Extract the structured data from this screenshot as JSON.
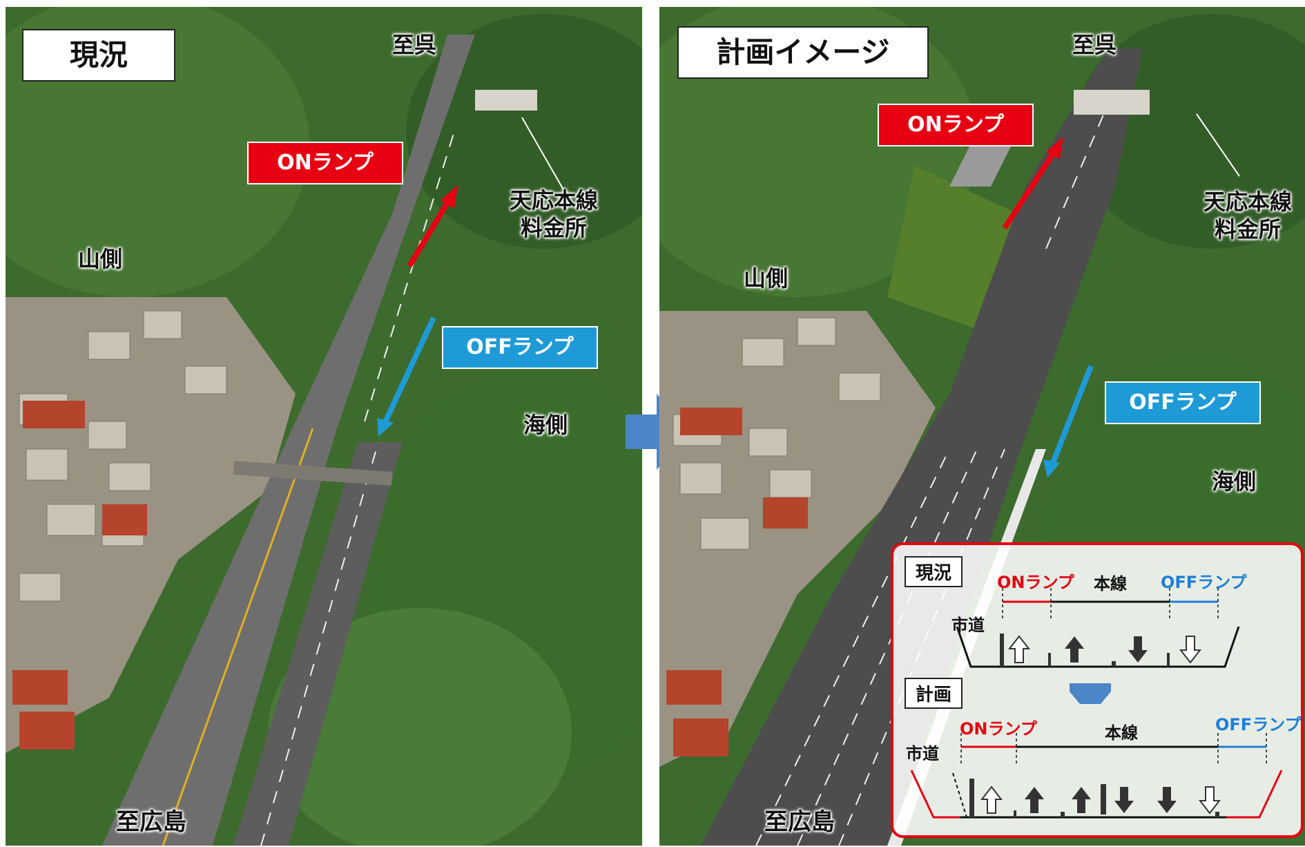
{
  "left_panel": {
    "title": "現況",
    "on_ramp": "ONランプ",
    "off_ramp": "OFFランプ",
    "to_kure": "至呉",
    "to_hiroshima": "至広島",
    "mountain_side": "山側",
    "sea_side": "海側",
    "tollgate_line1": "天応本線",
    "tollgate_line2": "料金所"
  },
  "right_panel": {
    "title": "計画イメージ",
    "on_ramp": "ONランプ",
    "off_ramp": "OFFランプ",
    "to_kure": "至呉",
    "to_hiroshima": "至広島",
    "mountain_side": "山側",
    "sea_side": "海側",
    "tollgate_line1": "天応本線",
    "tollgate_line2": "料金所"
  },
  "inset": {
    "current": {
      "title": "現況",
      "on_ramp": "ONランプ",
      "main_line": "本線",
      "off_ramp": "OFFランプ",
      "city_road": "市道"
    },
    "plan": {
      "title": "計画",
      "on_ramp": "ONランプ",
      "main_line": "本線",
      "off_ramp": "OFFランプ",
      "city_road": "市道"
    }
  },
  "colors": {
    "on_ramp": "#e60012",
    "off_ramp": "#1e9ad6",
    "transition_arrow": "#4a86c8",
    "forest": "#3c6a2c"
  },
  "icons": {
    "direction_arrow": "right-arrow-icon",
    "lane_arrows": "up-down-arrow-icons"
  }
}
